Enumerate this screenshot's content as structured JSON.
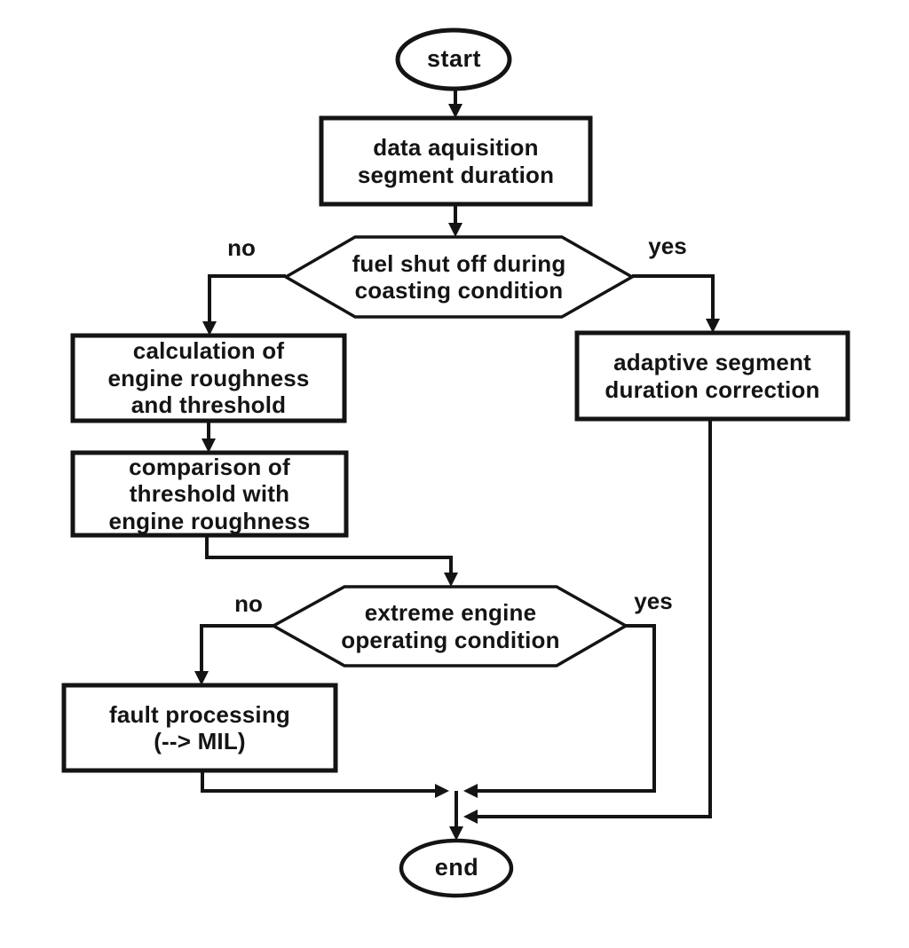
{
  "diagram": {
    "type": "flowchart",
    "colors": {
      "ink": "#141414",
      "background": "#ffffff"
    },
    "nodes": {
      "start": {
        "label": "start",
        "shape": "ellipse"
      },
      "data_acquisition": {
        "label": "data aquisition\nsegment duration",
        "shape": "rect"
      },
      "fuel_shut_off": {
        "label": "fuel shut off during\ncoasting condition",
        "shape": "hexagon"
      },
      "calculation": {
        "label": "calculation of\nengine roughness\nand threshold",
        "shape": "rect"
      },
      "comparison": {
        "label": "comparison of\nthreshold with\nengine roughness",
        "shape": "rect"
      },
      "extreme_engine": {
        "label": "extreme engine\noperating condition",
        "shape": "hexagon"
      },
      "fault_processing": {
        "label": "fault processing\n(--> MIL)",
        "shape": "rect"
      },
      "adaptive_segment": {
        "label": "adaptive segment\nduration correction",
        "shape": "rect"
      },
      "end": {
        "label": "end",
        "shape": "ellipse"
      }
    },
    "branch_labels": {
      "fuel_no": "no",
      "fuel_yes": "yes",
      "extreme_no": "no",
      "extreme_yes": "yes"
    }
  }
}
